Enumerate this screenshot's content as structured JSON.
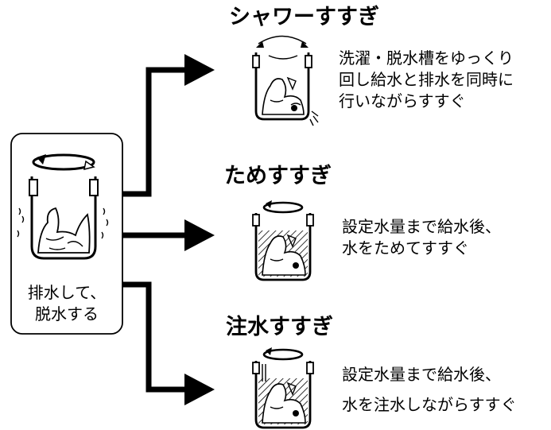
{
  "left_box": {
    "label_line1": "排水して、",
    "label_line2": "脱水する"
  },
  "methods": [
    {
      "title": "シャワーすすぎ",
      "desc_line1": "洗濯・脱水槽をゆっくり",
      "desc_line2": "回し給水と排水を同時に",
      "desc_line3": "行いながらすすぐ"
    },
    {
      "title": "ためすすぎ",
      "desc_line1": "設定水量まで給水後、",
      "desc_line2": "水をためてすすぐ"
    },
    {
      "title": "注水すすぎ",
      "desc_line1": "設定水量まで給水後、",
      "desc_line2": "水を注水しながらすすぐ"
    }
  ]
}
